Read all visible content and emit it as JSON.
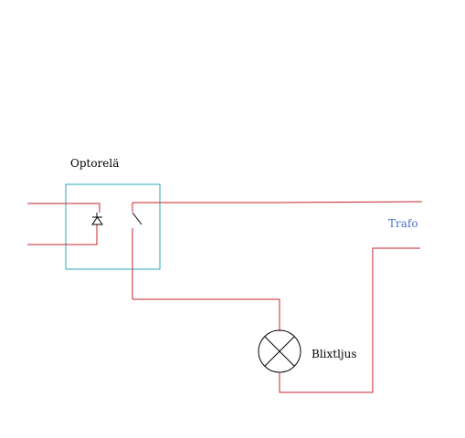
{
  "labels": {
    "optorele": "Optorelä",
    "blixtljus": "Blixtljus",
    "trafo": "Trafo"
  },
  "colors": {
    "wire": "#c8232c",
    "relay_box": "#2aa6b8",
    "component": "#000000",
    "trafo_text": "#4a72c8"
  }
}
